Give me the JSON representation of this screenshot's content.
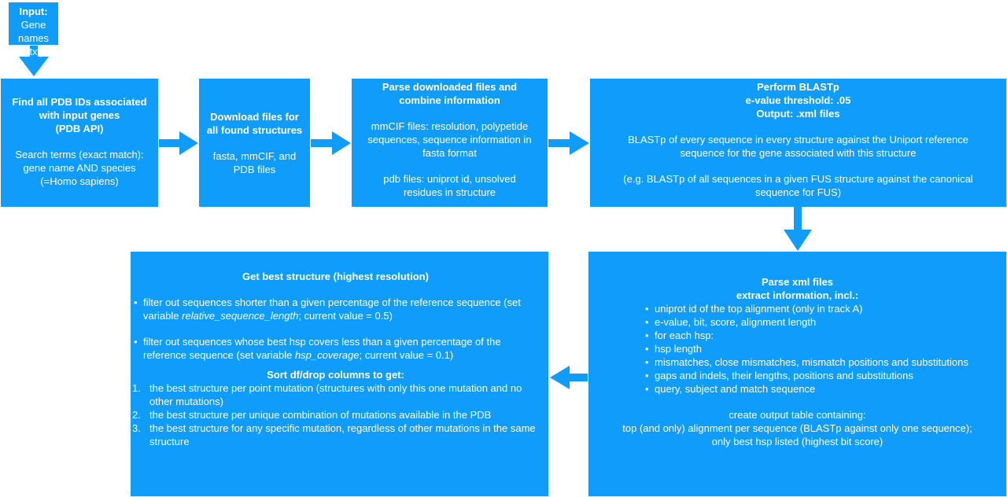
{
  "colors": {
    "box_fill": "#0f9cfb",
    "arrow": "#0f9cfb",
    "text": "#ffffff"
  },
  "input_box": {
    "title": "Input:",
    "lines": [
      "Gene names",
      "(.txt)"
    ]
  },
  "find_box": {
    "title_lines": [
      "Find all PDB IDs associated",
      "with input genes",
      "(PDB API)"
    ],
    "body_lines": [
      "Search terms (exact match):",
      "gene name AND species",
      "(=Homo sapiens)"
    ]
  },
  "download_box": {
    "title_lines": [
      "Download files for",
      "all found structures"
    ],
    "body_lines": [
      "fasta, mmCIF, and",
      "PDB files"
    ]
  },
  "parse_box": {
    "title_lines": [
      "Parse downloaded files and",
      "combine information"
    ],
    "mmcif_lines": [
      "mmCIF files: resolution, polypetide",
      "sequences, sequence information in",
      "fasta format"
    ],
    "pdb_lines": [
      "pdb files: uniprot id, unsolved",
      "residues in structure"
    ]
  },
  "blast_box": {
    "title_lines": [
      "Perform BLASTp",
      "e-value threshold: .05",
      "Output: .xml files"
    ],
    "body_lines": [
      "BLASTp of every sequence in every structure against the Uniport reference",
      "sequence for the gene associated with this structure"
    ],
    "example_lines": [
      "(e.g. BLASTp of all sequences in a given FUS structure against the canonical",
      "sequence for FUS)"
    ]
  },
  "xml_box": {
    "title_lines": [
      "Parse xml files",
      "extract information, incl.:"
    ],
    "bullets": [
      "uniprot id of the top alignment (only in track A)",
      "e-value, bit, score, alignment length",
      "for each hsp:",
      "hsp length",
      "mismatches, close mismatches, mismatch positions and substitutions",
      "gaps and indels, their lengths, positions and substitutions",
      "query, subject and match sequence"
    ],
    "footer_lines": [
      "create output table containing:",
      "top (and only) alignment per sequence (BLASTp against only one sequence);",
      "only best hsp listed (highest bit score)"
    ]
  },
  "best_box": {
    "title": "Get best structure (highest resolution)",
    "bullet1": {
      "pre": "filter out sequences shorter than a given percentage of the reference sequence (set variable ",
      "var": "relative_sequence_length",
      "post": "; current value = 0.5)"
    },
    "bullet2": {
      "pre": "filter out sequences whose best hsp covers less than a given percentage of the reference sequence (set variable ",
      "var": "hsp_coverage",
      "post": "; current value = 0.1)"
    },
    "sort_title": "Sort df/drop columns to get:",
    "numbered": [
      {
        "n": "1.",
        "text": "the best structure per point mutation (structures with only this one mutation and no other mutations)"
      },
      {
        "n": "2.",
        "text": "the best structure per unique combination of mutations available in the PDB"
      },
      {
        "n": "3.",
        "text": "the best structure for any specific mutation, regardless of other mutations in the same structure"
      }
    ]
  }
}
